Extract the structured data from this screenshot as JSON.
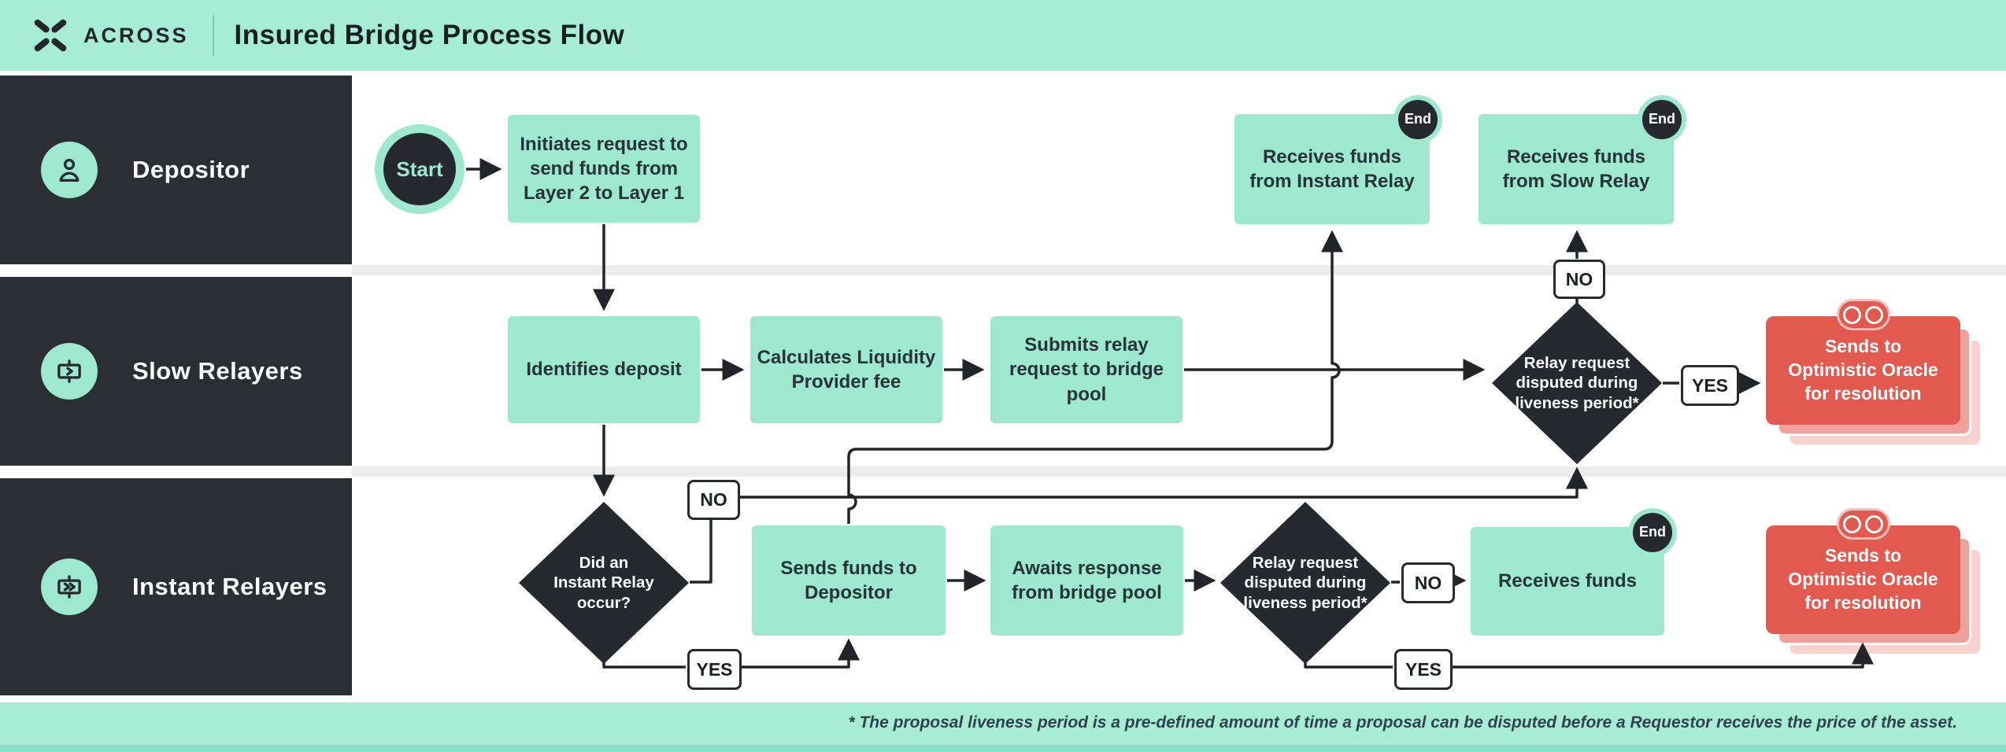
{
  "header": {
    "brand": "ACROSS",
    "title": "Insured Bridge Process Flow"
  },
  "lanes": [
    {
      "label": "Depositor"
    },
    {
      "label": "Slow Relayers"
    },
    {
      "label": "Instant Relayers"
    }
  ],
  "badges": {
    "start": "Start",
    "end": "End"
  },
  "chips": {
    "no": "NO",
    "yes": "YES"
  },
  "nodes": {
    "initiates": "Initiates request to\nsend funds from\nLayer 2 to Layer 1",
    "receives_instant": "Receives funds\nfrom Instant Relay",
    "receives_slow": "Receives funds\nfrom Slow Relay",
    "identifies": "Identifies deposit",
    "calculates": "Calculates Liquidity\nProvider fee",
    "submits": "Submits relay\nrequest to bridge\npool",
    "dispute": "Relay request\ndisputed during\nliveness period*",
    "instant_occur": "Did an\nInstant Relay\noccur?",
    "sends_funds": "Sends funds to\nDepositor",
    "awaits": "Awaits response\nfrom bridge pool",
    "receives_funds": "Receives funds",
    "oracle_line1": "Sends to",
    "oracle_line2": "Optimistic Oracle",
    "oracle_line3": "for resolution"
  },
  "footnote": "* The proposal liveness period is a pre-defined amount of time a proposal can be disputed before a Requestor receives the price of the asset.",
  "colors": {
    "mint": "#a7edd5",
    "node_mint": "#9de8ce",
    "dark": "#2b2e32",
    "red": "#e25950",
    "line": "#212428"
  }
}
